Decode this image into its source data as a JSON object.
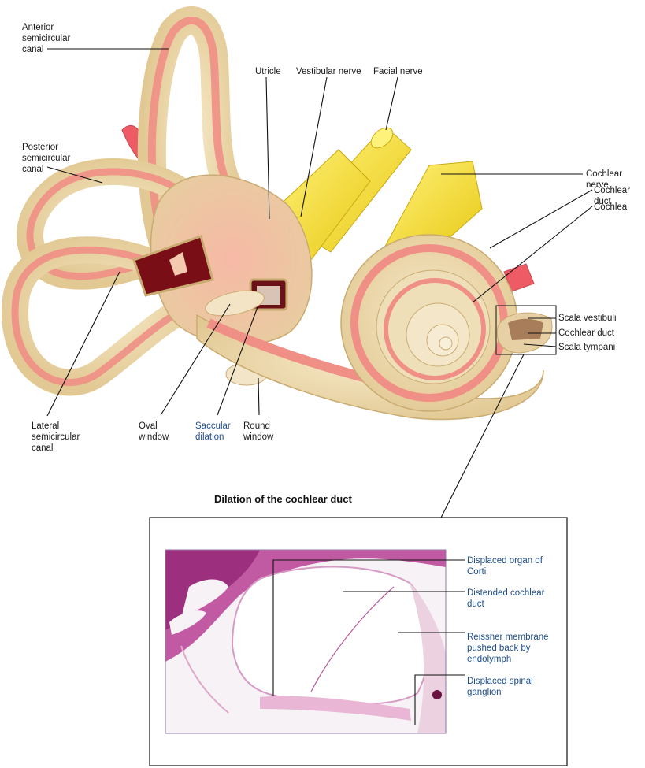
{
  "labels": {
    "anterior_canal": "Anterior\nsemicircular\ncanal",
    "posterior_canal": "Posterior\nsemicircular\ncanal",
    "utricle": "Utricle",
    "vestibular_nerve": "Vestibular nerve",
    "facial_nerve": "Facial nerve",
    "cochlear_nerve": "Cochlear nerve",
    "cochlear_duct": "Cochlear duct",
    "cochlea": "Cochlea",
    "scala_vestibuli": "Scala vestibuli",
    "cochlear_duct_2": "Cochlear duct",
    "scala_tympani": "Scala tympani",
    "lateral_canal": "Lateral\nsemicircular\ncanal",
    "oval_window": "Oval\nwindow",
    "saccular_dilation": "Saccular\ndilation",
    "round_window": "Round\nwindow"
  },
  "inset": {
    "title": "Dilation of the cochlear duct",
    "displaced_organ": "Displaced organ of\nCorti",
    "distended_duct": "Distended cochlear\nduct",
    "reissner": "Reissner membrane\npushed back by\nendolymph",
    "spinal_ganglion": "Displaced spinal\nganglion"
  },
  "colors": {
    "bone": "#e9d6a8",
    "bone_edge": "#c9ab72",
    "membranous": "#f08f86",
    "nerve": "#f2e23a",
    "tissue_pink": "#d16fb1",
    "label_blue": "#1f4e8c"
  }
}
